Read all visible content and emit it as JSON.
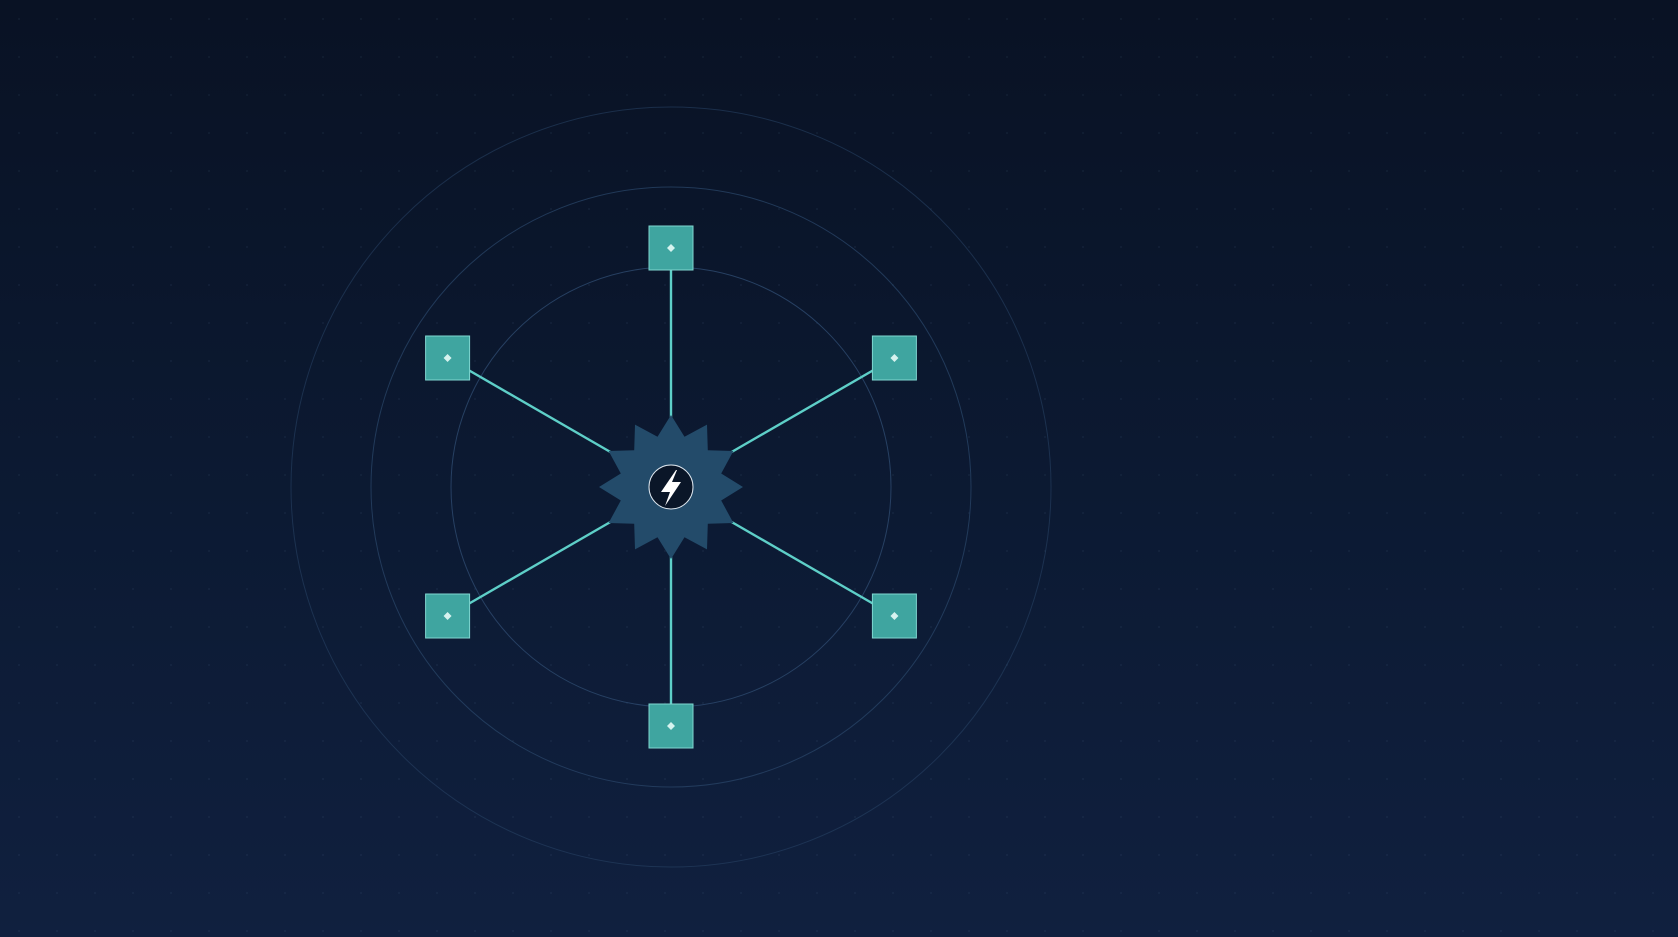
{
  "diagram": {
    "type": "hub-and-spoke",
    "hub": {
      "icon": "lightning-bolt-icon",
      "shape": "gear"
    },
    "rings": 3,
    "nodes": [
      {
        "id": "node-top",
        "icon": "diamond-dot-icon"
      },
      {
        "id": "node-upper-right",
        "icon": "diamond-dot-icon"
      },
      {
        "id": "node-lower-right",
        "icon": "diamond-dot-icon"
      },
      {
        "id": "node-bottom",
        "icon": "diamond-dot-icon"
      },
      {
        "id": "node-lower-left",
        "icon": "diamond-dot-icon"
      },
      {
        "id": "node-upper-left",
        "icon": "diamond-dot-icon"
      }
    ]
  },
  "colors": {
    "background_top": "#091224",
    "background_bottom": "#10203f",
    "ring": "#2a4568",
    "spoke": "#5ecfc8",
    "node_fill": "#3fa5a0",
    "node_border": "#7fd6d0",
    "node_dot": "#d6f3ef",
    "hub_fill": "#234b6a",
    "hub_core": "#0a1628",
    "bolt": "#ffffff"
  }
}
